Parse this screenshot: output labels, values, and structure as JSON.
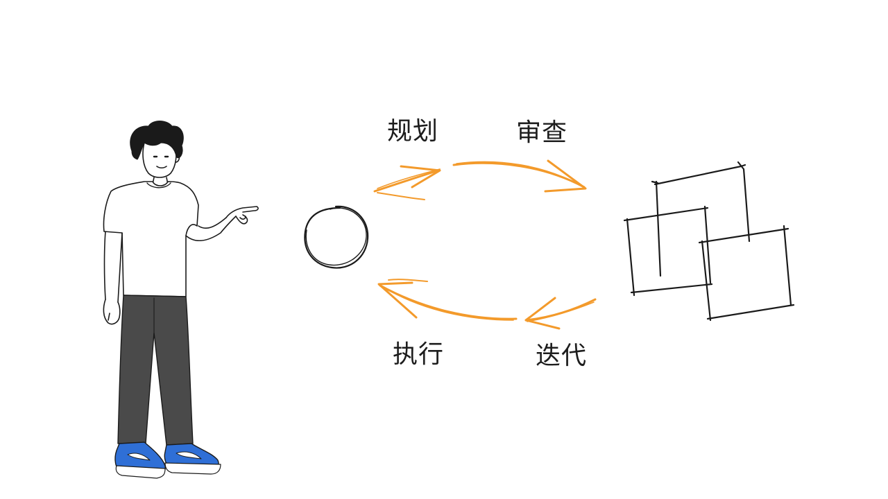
{
  "diagram": {
    "cycle_steps": {
      "plan": "规划",
      "review": "审查",
      "execute": "执行",
      "iterate": "迭代"
    }
  },
  "colors": {
    "accent": "#f39a2b",
    "ink": "#1a1a1a",
    "shoe_blue": "#2f6fd6",
    "pants": "#4a4a4a",
    "background": "#ffffff"
  },
  "icons": {
    "person": "person-pointing-illustration",
    "start_node": "circle-icon",
    "result_node": "stacked-squares-icon"
  }
}
